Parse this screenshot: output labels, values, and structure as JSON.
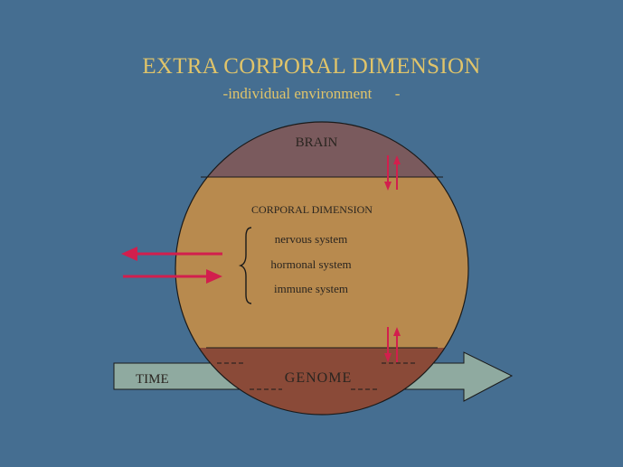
{
  "title": "EXTRA CORPORAL DIMENSION",
  "subtitle": "-individual environment      -",
  "regions": {
    "brain": "BRAIN",
    "corporal": "CORPORAL DIMENSION",
    "genome": "GENOME"
  },
  "systems": [
    "nervous system",
    "hormonal system",
    "immune system"
  ],
  "time_label": "TIME",
  "colors": {
    "background": "#456e91",
    "title": "#e0c46a",
    "brain": "#7a5a5d",
    "corporal": "#b88a4e",
    "genome": "#8a4a38",
    "time_arrow": "#8faaa0",
    "arrows": "#d21f4d"
  }
}
